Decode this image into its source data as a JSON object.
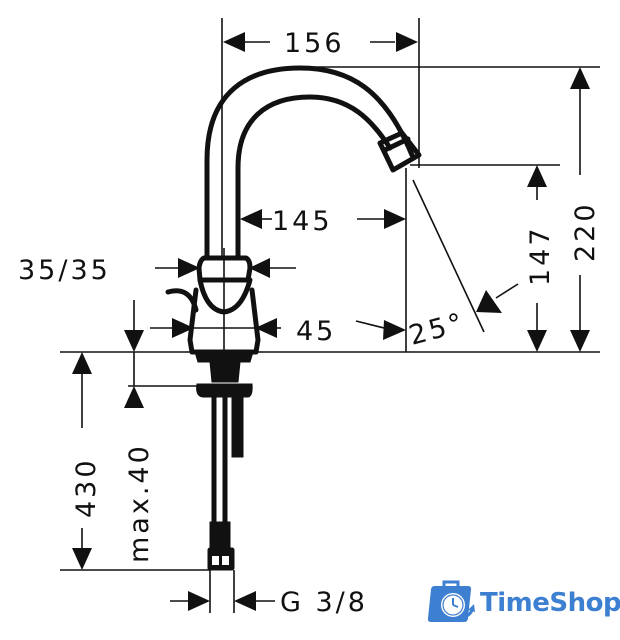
{
  "drawing": {
    "title": "Basin mixer dimension drawing",
    "dimensions": {
      "spout_reach_total": "156",
      "spout_reach_inner": "145",
      "handle_width": "35/35",
      "body_offset": "45",
      "outlet_angle": "25°",
      "outlet_height": "147",
      "total_height": "220",
      "hose_length": "430",
      "max_deck_thickness": "max.40",
      "connection_thread": "G 3/8"
    },
    "colors": {
      "line": "#111111",
      "brand": "#3d7fd0"
    }
  },
  "watermark": {
    "brand": "TimeShop",
    "icon": "clock-bag-icon"
  }
}
